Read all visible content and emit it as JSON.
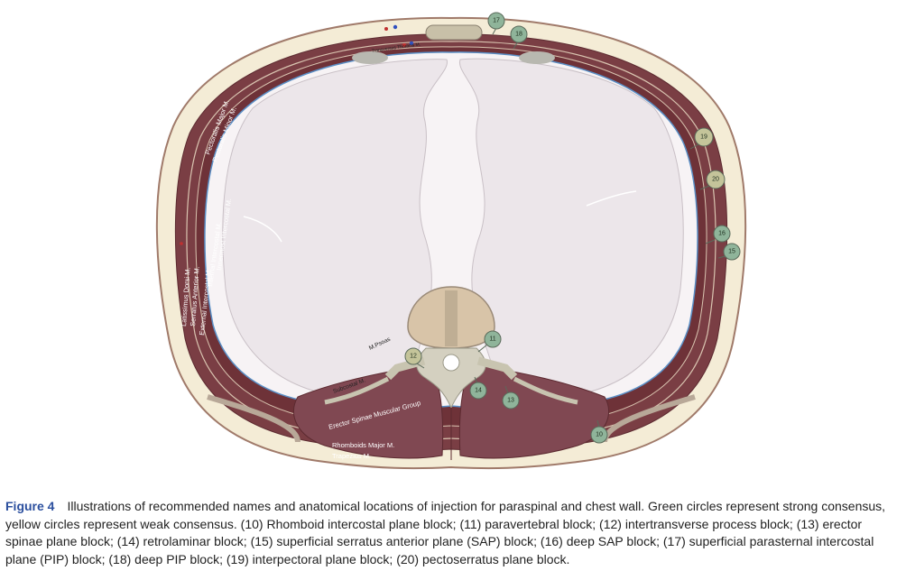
{
  "figure": {
    "muscle_labels": {
      "pectoralis_major": "Pectoralis Major M.",
      "pectoralis_minor": "Pectoralis Minor M.",
      "internal_intercostal": "Internal Intercostal M.",
      "innermost_intercostal": "Innermost Intercostal M.",
      "external_intercostal": "External Intercostal M.",
      "serratus_anterior": "Serratus Anterior M.",
      "latissimus_dorsi": "Latissimus Dorsi M.",
      "m_psoas": "M.Psoas",
      "subcostal": "Subcostal M.",
      "erector_spinae": "Erector Spinae Muscular Group",
      "rhomboids_major": "Rhomboids Major M.",
      "trapezius": "Trapezius M.",
      "transversus_thoracis": "Transversus Thoracis M."
    },
    "markers": [
      {
        "number": "17",
        "consensus": "strong"
      },
      {
        "number": "18",
        "consensus": "strong"
      },
      {
        "number": "19",
        "consensus": "weak"
      },
      {
        "number": "20",
        "consensus": "weak"
      },
      {
        "number": "16",
        "consensus": "strong"
      },
      {
        "number": "15",
        "consensus": "strong"
      },
      {
        "number": "11",
        "consensus": "strong"
      },
      {
        "number": "12",
        "consensus": "weak"
      },
      {
        "number": "14",
        "consensus": "strong"
      },
      {
        "number": "13",
        "consensus": "strong"
      },
      {
        "number": "10",
        "consensus": "strong"
      }
    ],
    "colors": {
      "strong_marker": "#8fb49a",
      "weak_marker": "#c4c49a",
      "muscle": "#7a3e44",
      "fat": "#f4ecd6",
      "lung": "#ece6ea",
      "caption_label": "#2b4f9e"
    }
  },
  "caption": {
    "label": "Figure 4",
    "text": "Illustrations of recommended names and anatomical locations of injection for paraspinal and chest wall. Green circles represent strong consensus, yellow circles represent weak consensus. (10) Rhomboid intercostal plane block; (11) paravertebral block; (12) intertransverse process block; (13) erector spinae plane block; (14) retrolaminar block; (15) superficial serratus anterior plane (SAP) block; (16) deep SAP block; (17) superficial parasternal intercostal plane (PIP) block; (18) deep PIP block; (19) interpectoral plane block; (20) pectoserratus plane block."
  }
}
